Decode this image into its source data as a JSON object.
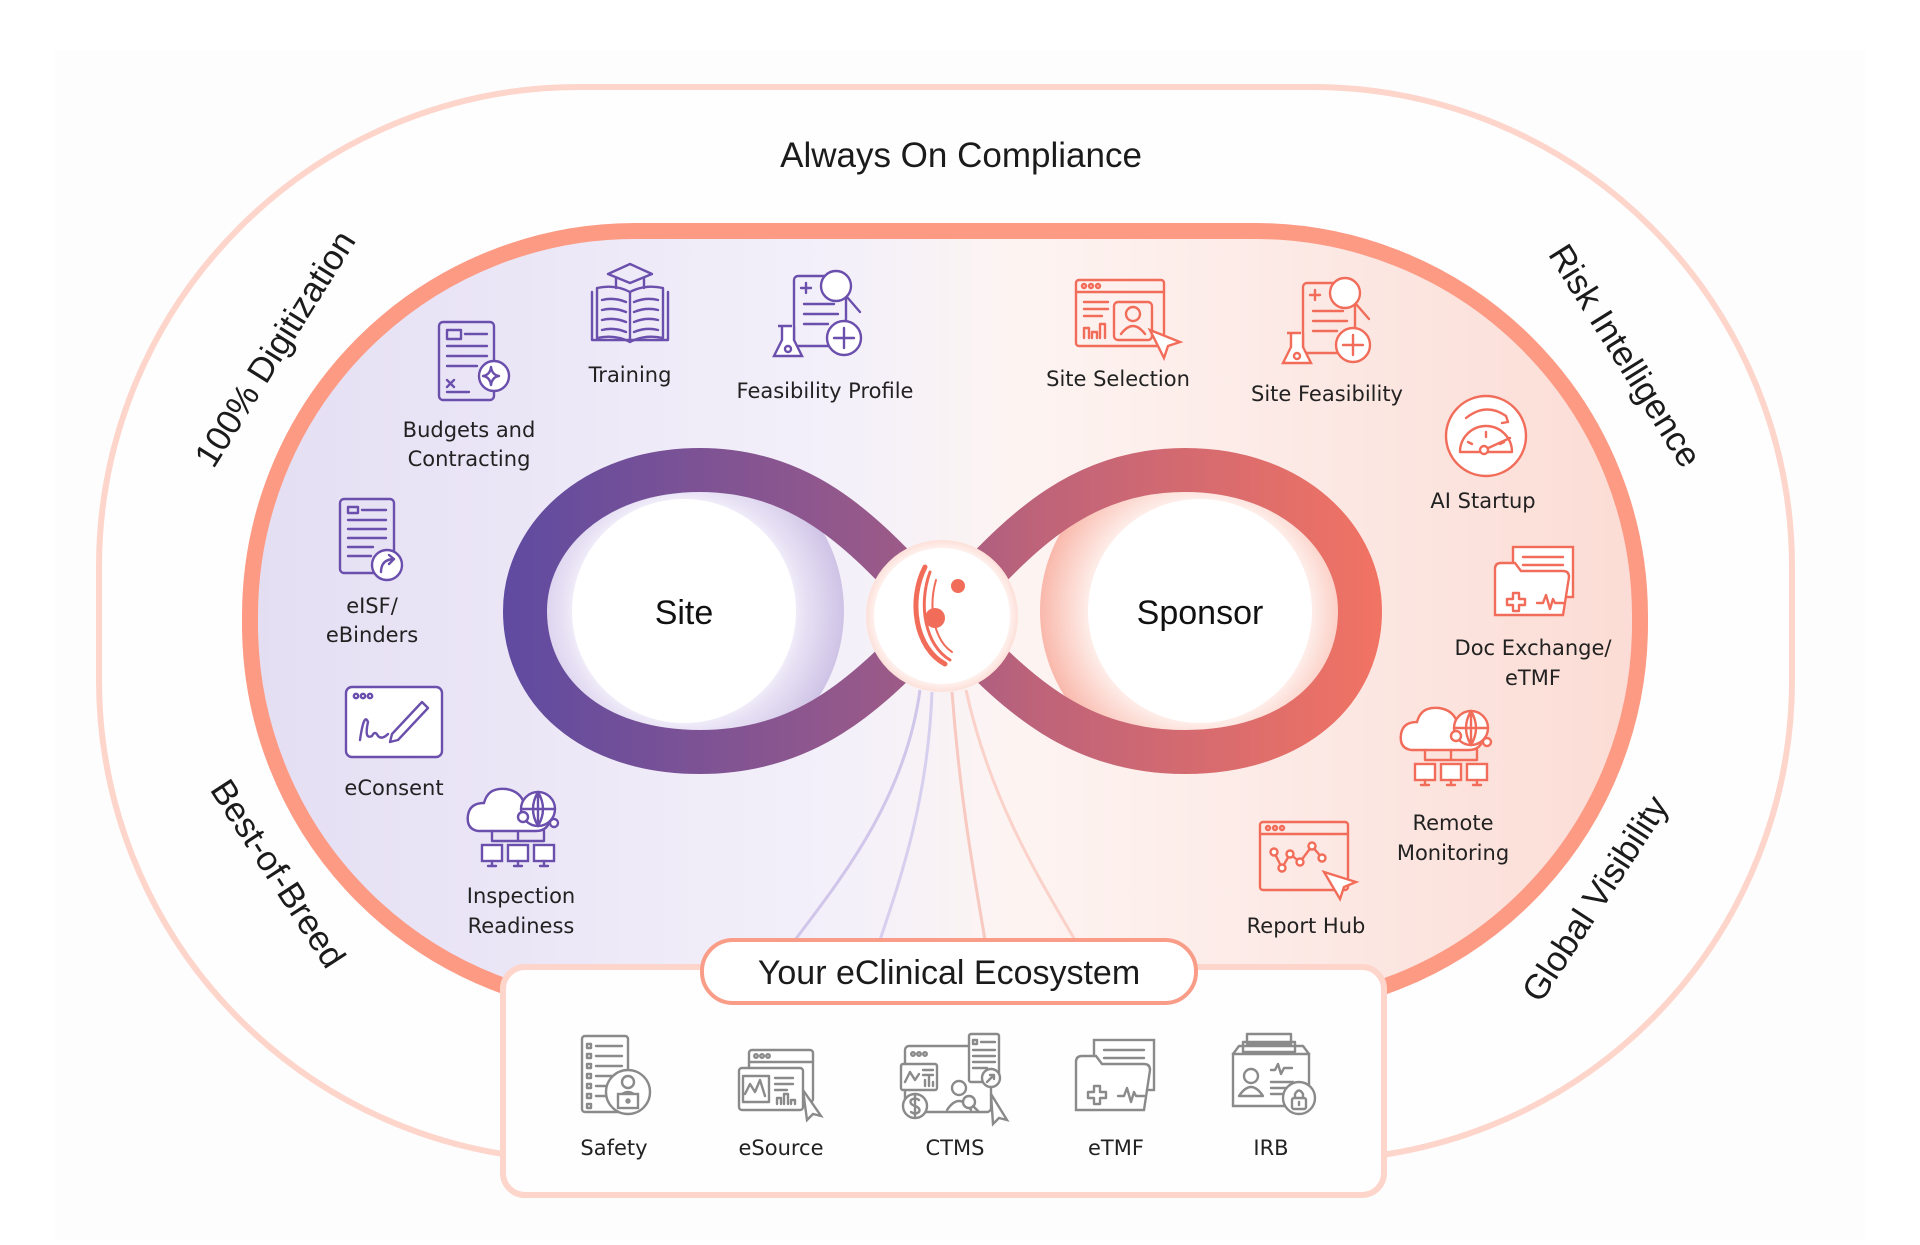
{
  "title": "Your eClinical Ecosystem",
  "colors": {
    "site_purple": "#5f4aa3",
    "sponsor_coral": "#f26c5a",
    "band_coral": "#fd9a84",
    "outer_ring": "#fdd5cb",
    "neutral_gray": "#8a8a8a"
  },
  "outer_ring": {
    "top": "Always On Compliance",
    "top_left": "100% Digitization",
    "top_right": "Risk Intelligence",
    "bottom_left": "Best-of-Breed",
    "bottom_right": "Global Visibility"
  },
  "hubs": {
    "site": "Site",
    "sponsor": "Sponsor",
    "center_logo": "orbit-logo-icon"
  },
  "site_features": [
    {
      "label_lines": [
        "Budgets and",
        "Contracting"
      ],
      "icon": "contract-sparkle-icon"
    },
    {
      "label_lines": [
        "Training"
      ],
      "icon": "book-graduation-cap-icon"
    },
    {
      "label_lines": [
        "Feasibility Profile"
      ],
      "icon": "lab-document-search-icon"
    },
    {
      "label_lines": [
        "eISF/",
        "eBinders"
      ],
      "icon": "document-share-icon"
    },
    {
      "label_lines": [
        "eConsent"
      ],
      "icon": "signature-window-icon"
    },
    {
      "label_lines": [
        "Inspection",
        "Readiness"
      ],
      "icon": "cloud-network-icon"
    }
  ],
  "sponsor_features": [
    {
      "label_lines": [
        "Site Selection"
      ],
      "icon": "browser-profile-cursor-icon"
    },
    {
      "label_lines": [
        "Site Feasibility"
      ],
      "icon": "lab-document-search-icon"
    },
    {
      "label_lines": [
        "AI Startup"
      ],
      "icon": "speedometer-icon"
    },
    {
      "label_lines": [
        "Doc Exchange/",
        "eTMF"
      ],
      "icon": "medical-folder-icon"
    },
    {
      "label_lines": [
        "Remote",
        "Monitoring"
      ],
      "icon": "cloud-network-icon"
    },
    {
      "label_lines": [
        "Report Hub"
      ],
      "icon": "chart-window-cursor-icon"
    }
  ],
  "ecosystem": {
    "title": "Your eClinical Ecosystem",
    "items": [
      {
        "label": "Safety",
        "icon": "list-user-laptop-icon"
      },
      {
        "label": "eSource",
        "icon": "browser-chart-cursor-icon"
      },
      {
        "label": "CTMS",
        "icon": "dashboard-finance-icon"
      },
      {
        "label": "eTMF",
        "icon": "medical-folder-icon"
      },
      {
        "label": "IRB",
        "icon": "id-card-lock-icon"
      }
    ]
  }
}
